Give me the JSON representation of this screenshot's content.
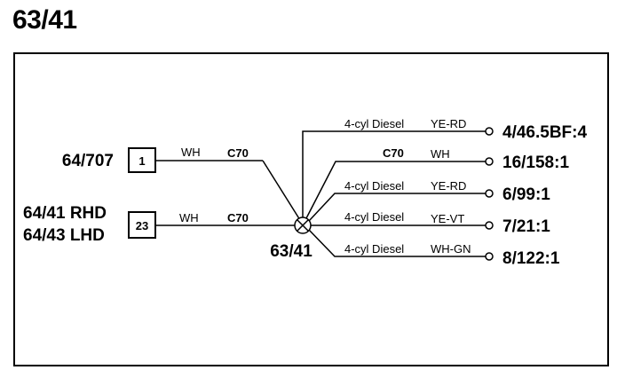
{
  "page": {
    "title": "63/41"
  },
  "sources": [
    {
      "ref": "64/707",
      "pin": "1",
      "color": "WH",
      "connector": "C70"
    },
    {
      "ref_lines": [
        "64/41 RHD",
        "64/43 LHD"
      ],
      "pin": "23",
      "color": "WH",
      "connector": "C70"
    }
  ],
  "junction": {
    "label": "63/41"
  },
  "branches": [
    {
      "condition": "4-cyl  Diesel",
      "color": "YE-RD",
      "dest": "4/46.5BF:4"
    },
    {
      "condition": "C70",
      "color": "WH",
      "dest": "16/158:1"
    },
    {
      "condition": "4-cyl  Diesel",
      "color": "YE-RD",
      "dest": "6/99:1"
    },
    {
      "condition": "4-cyl  Diesel",
      "color": "YE-VT",
      "dest": "7/21:1"
    },
    {
      "condition": "4-cyl  Diesel",
      "color": "WH-GN",
      "dest": "8/122:1"
    }
  ]
}
